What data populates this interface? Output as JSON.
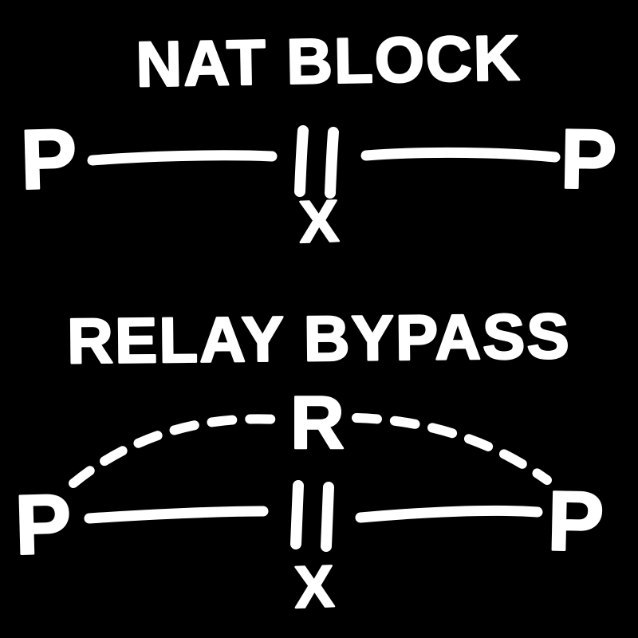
{
  "canvas": {
    "background": "#000000",
    "ink": "#ffffff"
  },
  "icons": {
    "barrier": "double-vertical-bars",
    "blocked": "x-cross-marker",
    "direct_link": "solid-hand-drawn-line",
    "relay_link": "dashed-arc"
  },
  "diagrams": [
    {
      "title": "NAT BLOCK",
      "left_peer": "P",
      "right_peer": "P",
      "blocked_marker": "X"
    },
    {
      "title": "RELAY BYPASS",
      "left_peer": "P",
      "right_peer": "P",
      "relay_node": "R",
      "blocked_marker": "X"
    }
  ]
}
